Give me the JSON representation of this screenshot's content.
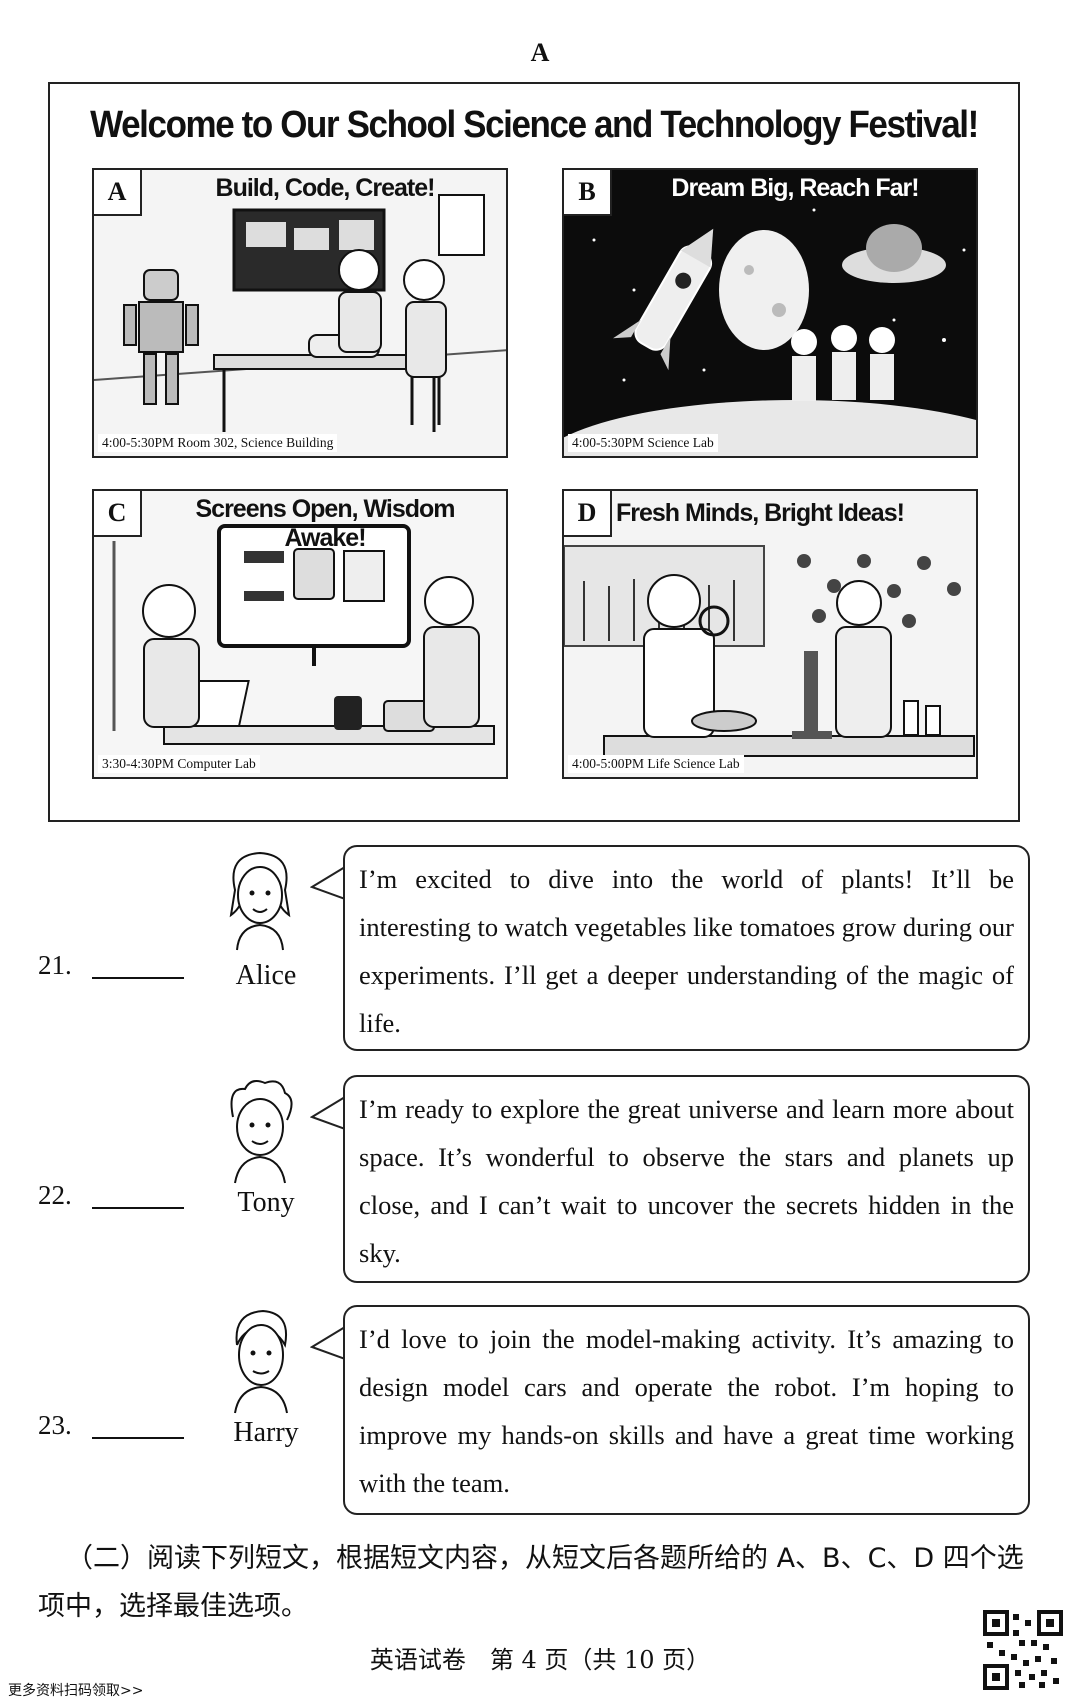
{
  "section_letter": "A",
  "poster": {
    "title": "Welcome to Our School Science and Technology Festival!",
    "panels": [
      {
        "letter": "A",
        "slogan": "Build, Code, Create!",
        "time": "4:00-5:30PM Room 302, Science Building"
      },
      {
        "letter": "B",
        "slogan": "Dream Big, Reach Far!",
        "time": "4:00-5:30PM Science Lab"
      },
      {
        "letter": "C",
        "slogan": "Screens Open, Wisdom Awake!",
        "time": "3:30-4:30PM Computer Lab"
      },
      {
        "letter": "D",
        "slogan": "Fresh Minds, Bright Ideas!",
        "time": "4:00-5:00PM Life Science Lab"
      }
    ]
  },
  "questions": [
    {
      "number": "21.",
      "name": "Alice",
      "text": "I’m excited to dive into the world of plants! It’ll be interesting to watch vegetables like tomatoes grow during our experiments. I’ll get a deeper understanding of the magic of life."
    },
    {
      "number": "22.",
      "name": "Tony",
      "text": "I’m ready to explore the great universe and learn more about space. It’s wonderful to observe the stars and planets up close, and I can’t wait to uncover the secrets hidden in the sky."
    },
    {
      "number": "23.",
      "name": "Harry",
      "text": "I’d love to join the model-making activity. It’s amazing to design model cars and operate the robot. I’m hoping to improve my hands-on skills and have a great time working with the team."
    }
  ],
  "instruction": "（二）阅读下列短文，根据短文内容，从短文后各题所给的 A、B、C、D 四个选项中，选择最佳选项。",
  "footer": "英语试卷　第 4 页（共 10 页）",
  "bottom_note": "更多资料扫码领取>>"
}
